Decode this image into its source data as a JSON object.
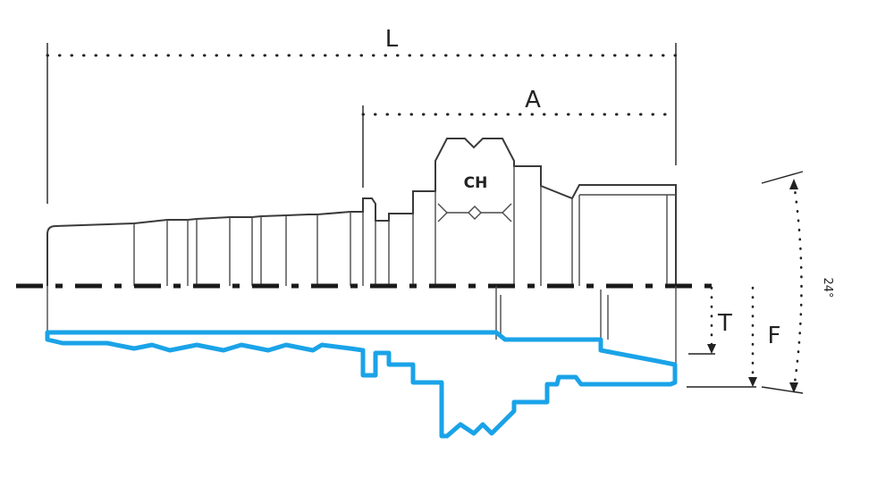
{
  "labels": {
    "length_total": "L",
    "length_a": "A",
    "hex": "CH",
    "thread_t": "T",
    "thread_f": "F",
    "angle": "24°"
  },
  "colors": {
    "section_line": "#1aa3e8",
    "outline": "#3a3a3a"
  }
}
